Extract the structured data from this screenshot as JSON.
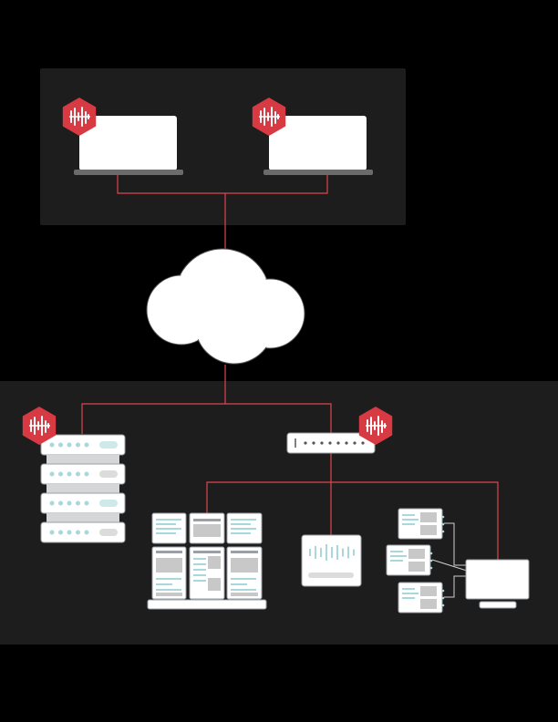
{
  "diagram": {
    "nodes": [
      {
        "id": "laptop-1",
        "kind": "laptop",
        "badge": "hex-logo-icon"
      },
      {
        "id": "laptop-2",
        "kind": "laptop",
        "badge": "hex-logo-icon"
      },
      {
        "id": "cloud",
        "kind": "cloud"
      },
      {
        "id": "server-stack",
        "kind": "server-stack",
        "badge": "hex-logo-icon",
        "units": 4
      },
      {
        "id": "network-switch",
        "kind": "switch",
        "badge": "hex-logo-icon",
        "ports": 8
      },
      {
        "id": "binders",
        "kind": "documents"
      },
      {
        "id": "wall-display",
        "kind": "display"
      },
      {
        "id": "cards",
        "kind": "device-cards",
        "count": 3
      },
      {
        "id": "monitor",
        "kind": "monitor"
      }
    ],
    "edges": [
      [
        "laptop-1",
        "cloud"
      ],
      [
        "laptop-2",
        "cloud"
      ],
      [
        "cloud",
        "server-stack"
      ],
      [
        "cloud",
        "network-switch"
      ],
      [
        "network-switch",
        "binders"
      ],
      [
        "network-switch",
        "wall-display"
      ],
      [
        "network-switch",
        "monitor"
      ],
      [
        "cards",
        "monitor"
      ]
    ]
  },
  "colors": {
    "background": "#000000",
    "panel": "#1d1d1d",
    "link": "#e0454f",
    "badge": "#d83a44",
    "device": "#ffffff",
    "device_outline": "#9aa0a6",
    "accent": "#a8d8dc",
    "gray_block": "#c8c8c8"
  }
}
